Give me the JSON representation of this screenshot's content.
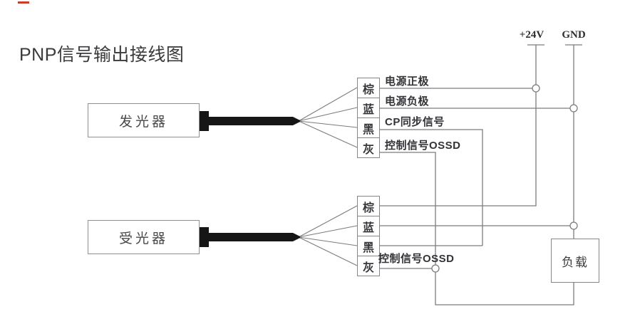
{
  "title": "PNP信号输出接线图",
  "colors": {
    "line": "#7c7c80",
    "text": "#38383c",
    "cable": "#161616",
    "marker_red": "#cd3a2e"
  },
  "terminals": {
    "power": "+24V",
    "ground": "GND"
  },
  "emitter": {
    "label": "发光器",
    "wires": [
      {
        "color_label": "棕",
        "function": "电源正极"
      },
      {
        "color_label": "蓝",
        "function": "电源负极"
      },
      {
        "color_label": "黑",
        "function": "CP同步信号"
      },
      {
        "color_label": "灰",
        "function": "控制信号OSSD"
      }
    ]
  },
  "receiver": {
    "label": "受光器",
    "wires": [
      {
        "color_label": "棕",
        "function": ""
      },
      {
        "color_label": "蓝",
        "function": ""
      },
      {
        "color_label": "黑",
        "function": ""
      },
      {
        "color_label": "灰",
        "function": "控制信号OSSD"
      }
    ]
  },
  "load": {
    "label": "负载"
  }
}
